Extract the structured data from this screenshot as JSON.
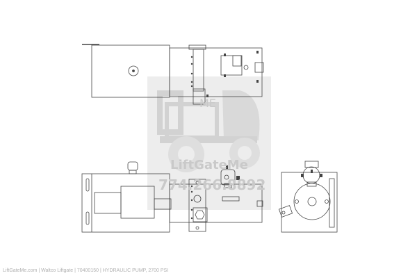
{
  "footer": {
    "caption": "LiftGateMe.com | Waltco Liftgate | 70400150 | HYDRAULIC PUMP, 2700 PSI"
  },
  "watermark": {
    "logo_letters": "ME",
    "brand": "LiftGateMe",
    "phone": "774.266.8892",
    "color": "#c9c9c9"
  },
  "drawing": {
    "views": [
      "top-view",
      "side-view",
      "end-view"
    ],
    "line_color": "#444444"
  }
}
